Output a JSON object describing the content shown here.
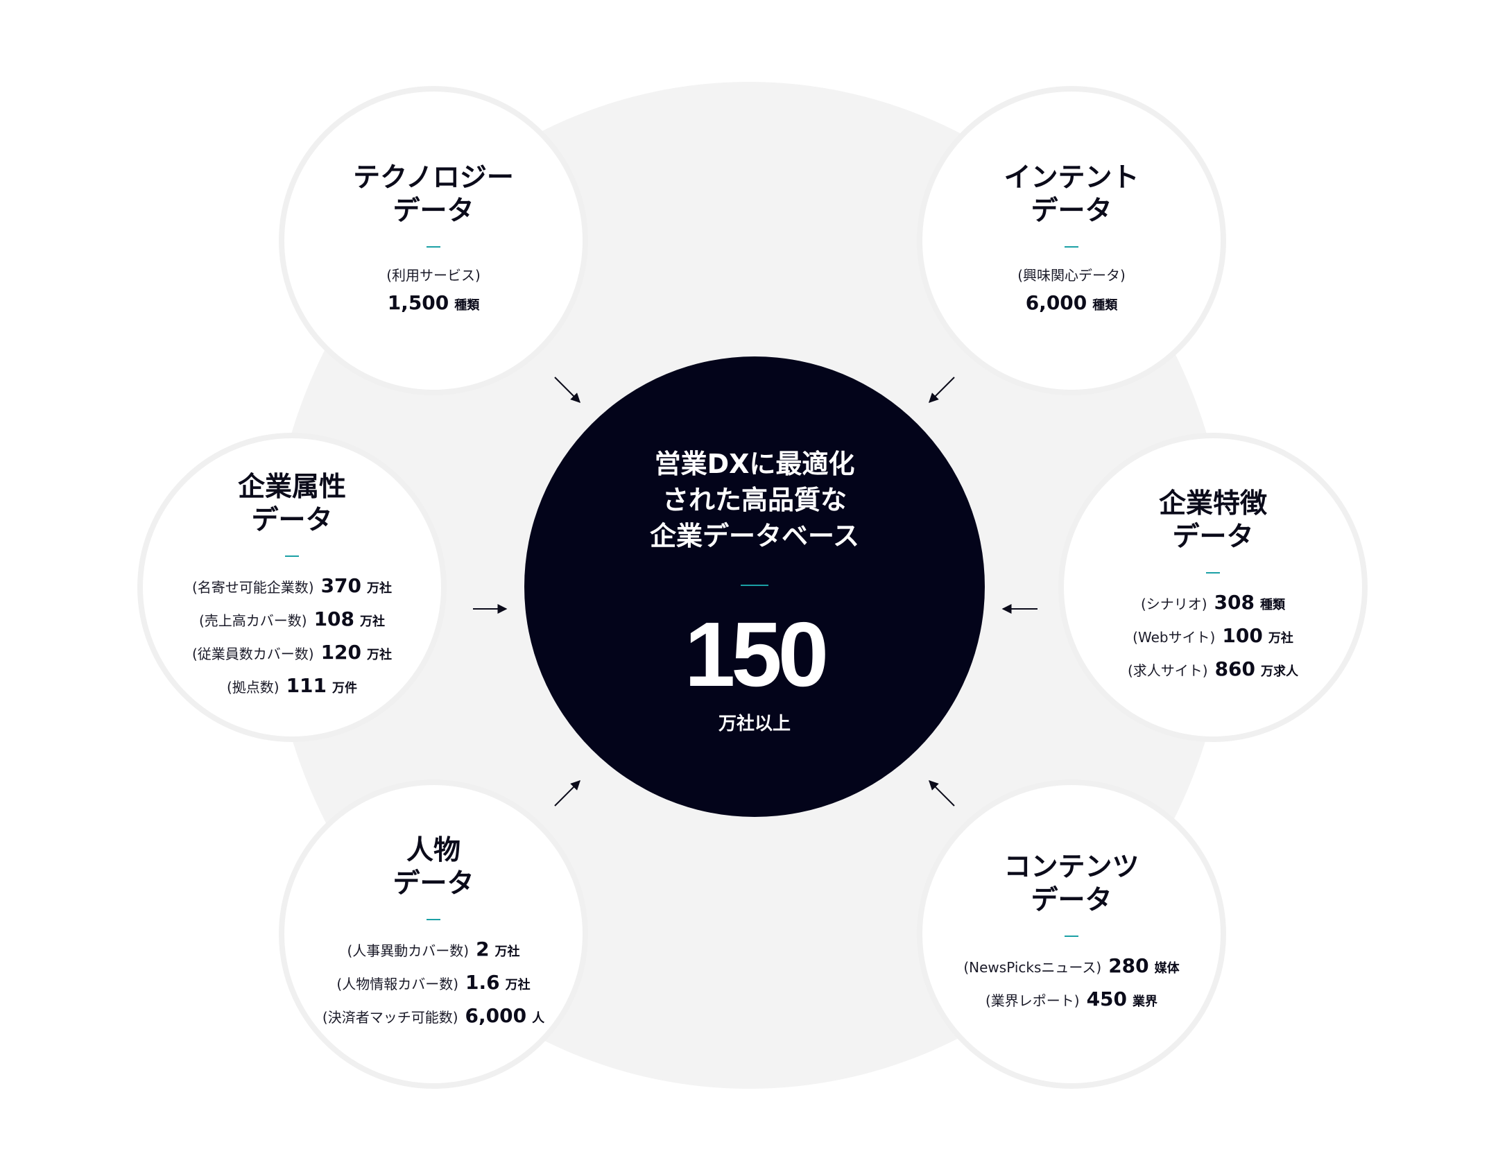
{
  "center": {
    "title_lines": [
      "営業DXに最適化",
      "された高品質な",
      "企業データベース"
    ],
    "number": "150",
    "unit": "万社以上"
  },
  "satellites": {
    "technology": {
      "title_lines": [
        "テクノロジー",
        "データ"
      ],
      "note": "(利用サービス)",
      "value": "1,500",
      "unit": "種類"
    },
    "intent": {
      "title_lines": [
        "インテント",
        "データ"
      ],
      "note": "(興味関心データ)",
      "value": "6,000",
      "unit": "種類"
    },
    "attributes": {
      "title_lines": [
        "企業属性",
        "データ"
      ],
      "rows": [
        {
          "label": "(名寄せ可能企業数)",
          "value": "370",
          "unit": "万社"
        },
        {
          "label": "(売上高カバー数)",
          "value": "108",
          "unit": "万社"
        },
        {
          "label": "(従業員数カバー数)",
          "value": "120",
          "unit": "万社"
        },
        {
          "label": "(拠点数)",
          "value": "111",
          "unit": "万件"
        }
      ]
    },
    "features": {
      "title_lines": [
        "企業特徴",
        "データ"
      ],
      "rows": [
        {
          "label": "(シナリオ)",
          "value": "308",
          "unit": "種類"
        },
        {
          "label": "(Webサイト)",
          "value": "100",
          "unit": "万社"
        },
        {
          "label": "(求人サイト)",
          "value": "860",
          "unit": "万求人"
        }
      ]
    },
    "people": {
      "title_lines": [
        "人物",
        "データ"
      ],
      "rows": [
        {
          "label": "(人事異動カバー数)",
          "value": "2",
          "unit": "万社"
        },
        {
          "label": "(人物情報カバー数)",
          "value": "1.6",
          "unit": "万社"
        },
        {
          "label": "(決済者マッチ可能数)",
          "value": "6,000",
          "unit": "人"
        }
      ]
    },
    "contents": {
      "title_lines": [
        "コンテンツ",
        "データ"
      ],
      "rows": [
        {
          "label": "(NewsPicksニュース)",
          "value": "280",
          "unit": "媒体"
        },
        {
          "label": "(業界レポート)",
          "value": "450",
          "unit": "業界"
        }
      ]
    }
  },
  "colors": {
    "center_fill": "#03041a",
    "accent_dash": "#1ba0a5",
    "backdrop": "#f3f3f3",
    "satellite_fill": "#ffffff",
    "text": "#0b0b1a"
  }
}
